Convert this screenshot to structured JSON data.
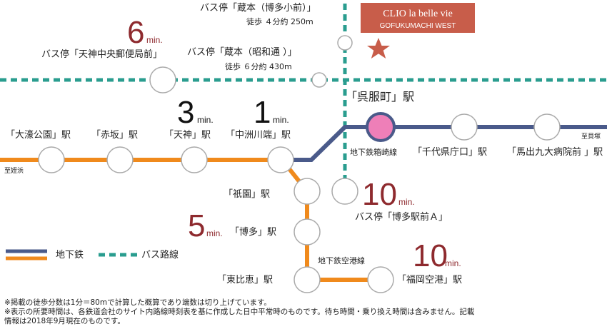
{
  "property": {
    "name": "CLIO la belle vie",
    "subname": "GOFUKUMACHI WEST",
    "box_color": "#c85d4a",
    "star_color": "#c85d4a"
  },
  "colors": {
    "subway": "#4a5a8a",
    "airport_line": "#f08a1c",
    "bus": "#2a9d8f",
    "hub": "#ee7fb8",
    "time_red": "#8e2a2e"
  },
  "bus_stops": {
    "kuramoto_hakata": {
      "label": "バス停「蔵本（博多小前）」",
      "walk": "徒歩 ４分約 250m"
    },
    "kuramoto_showa": {
      "label": "バス停「蔵本（昭和通 ）」",
      "walk": "徒歩 ６分約 430m"
    },
    "tenjin_post": {
      "label": "バス停「天神中央郵便局前」",
      "time": "6",
      "unit": "min."
    },
    "hakata_eki": {
      "label": "バス停「博多駅前Ａ」",
      "time": "10",
      "unit": "min."
    }
  },
  "stations": {
    "ohori": "「大濠公園」駅",
    "akasaka": "「赤坂」駅",
    "tenjin": "「天神」駅",
    "nakasu": "「中洲川端」駅",
    "gofukumachi": "「呉服町」駅",
    "chiyo": "「千代県庁口」駅",
    "maidashi": "「馬出九大病院前 」駅",
    "gion": "「祇園」駅",
    "hakata": "「博多」駅",
    "higashihie": "「東比恵」駅",
    "airport": "「福岡空港」駅"
  },
  "times": {
    "tenjin": {
      "value": "3",
      "unit": "min."
    },
    "nakasu": {
      "value": "1",
      "unit": "min."
    },
    "hakata": {
      "value": "5",
      "unit": "min."
    },
    "airport": {
      "value": "10",
      "unit": "min."
    }
  },
  "lines": {
    "hakozaki": "地下鉄箱崎線",
    "airport": "地下鉄空港線",
    "to_meinohama": "至姪浜",
    "to_kaizuka": "至貝塚"
  },
  "legend": {
    "subway": "地下鉄",
    "bus": "バス路線"
  },
  "notes": [
    "※掲載の徒歩分数は1分＝80mで計算した概算であり端数は切り上げています。",
    "※表示の所要時間は、各鉄道会社のサイト内路線時刻表を基に作成した日中平常時のものです。待ち時間・乗り換え時間は含みません。記載",
    "情報は2018年9月現在のものです。"
  ]
}
